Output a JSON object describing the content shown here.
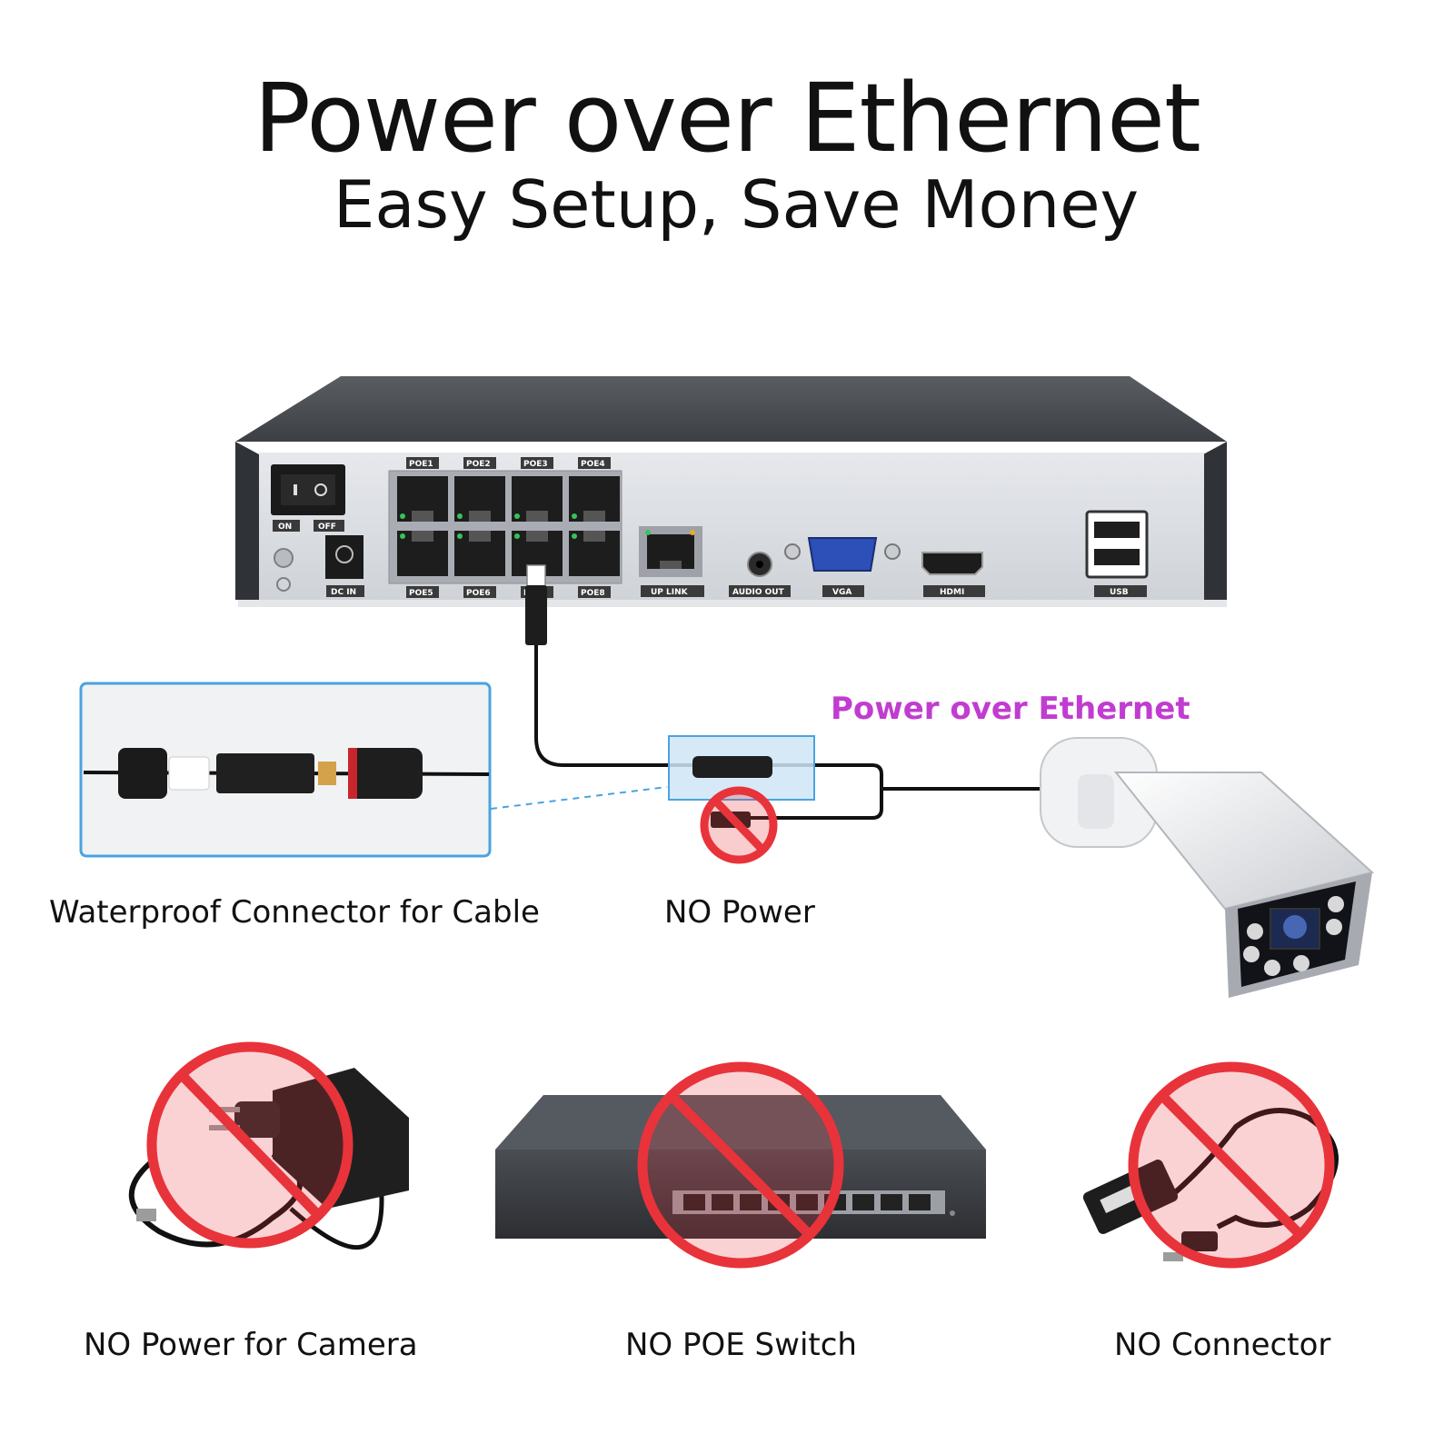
{
  "header": {
    "title": "Power over Ethernet",
    "subtitle": "Easy Setup, Save Money"
  },
  "nvr": {
    "switch_on": "ON",
    "switch_off": "OFF",
    "dc_in": "DC IN",
    "poe_ports": [
      "POE1",
      "POE2",
      "POE3",
      "POE4",
      "POE5",
      "POE6",
      "POE7",
      "POE8"
    ],
    "uplink": "UP LINK",
    "audio_out": "AUDIO OUT",
    "vga": "VGA",
    "hdmi": "HDMI",
    "usb": "USB"
  },
  "labels": {
    "poe_camera": "Power over Ethernet",
    "waterproof": "Waterproof Connector for Cable",
    "no_power": "NO Power"
  },
  "bottom": {
    "items": [
      {
        "caption": "NO Power for Camera",
        "icon": "power-adapter-icon"
      },
      {
        "caption": "NO POE Switch",
        "icon": "network-switch-icon"
      },
      {
        "caption": "NO Connector",
        "icon": "usb-cable-icon"
      }
    ]
  },
  "colors": {
    "poe_label": "#c13cd0",
    "prohibit": "#e8333a",
    "callout_border": "#4aa3e0",
    "callout_fill": "#e8f3fb"
  }
}
